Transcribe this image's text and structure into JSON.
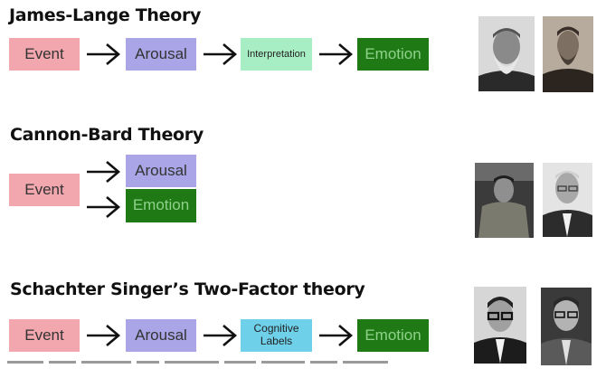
{
  "sections": [
    {
      "title": "James-Lange Theory",
      "boxes": {
        "event": "Event",
        "arousal": "Arousal",
        "interpretation": "Interpretation",
        "emotion": "Emotion"
      }
    },
    {
      "title": "Cannon-Bard Theory",
      "boxes": {
        "event": "Event",
        "arousal": "Arousal",
        "emotion": "Emotion"
      }
    },
    {
      "title": "Schachter Singer’s Two-Factor theory",
      "boxes": {
        "event": "Event",
        "arousal": "Arousal",
        "cognitive_line1": "Cognitive",
        "cognitive_line2": "Labels",
        "emotion": "Emotion"
      }
    }
  ],
  "colors": {
    "event": "#f2a7ae",
    "arousal": "#a9a5e6",
    "interpretation": "#a8eec4",
    "cognitive": "#6fd0ea",
    "emotion": "#1f7a16",
    "emotion_text": "#8fd18a"
  },
  "icons": [
    "right-arrow-icon",
    "portrait-photo"
  ]
}
